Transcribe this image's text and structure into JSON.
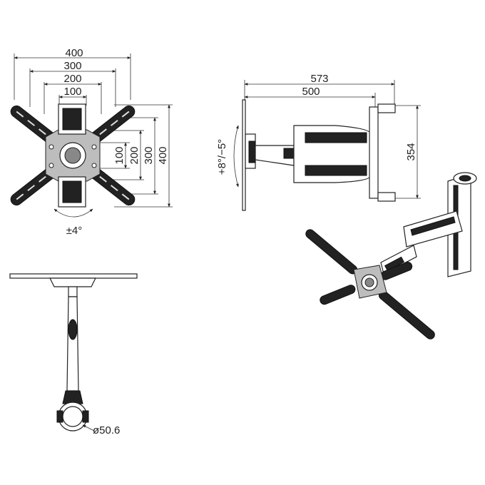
{
  "front_view": {
    "dims_horizontal": [
      "400",
      "300",
      "200",
      "100"
    ],
    "dims_vertical": [
      "100",
      "200",
      "300",
      "400"
    ],
    "rotation_label": "±4°"
  },
  "side_view": {
    "depth_max": "573",
    "depth_min": "500",
    "height": "354",
    "tilt_label": "+8°/−5°"
  },
  "bottom_view": {
    "pole_diameter": "ø50.6"
  }
}
